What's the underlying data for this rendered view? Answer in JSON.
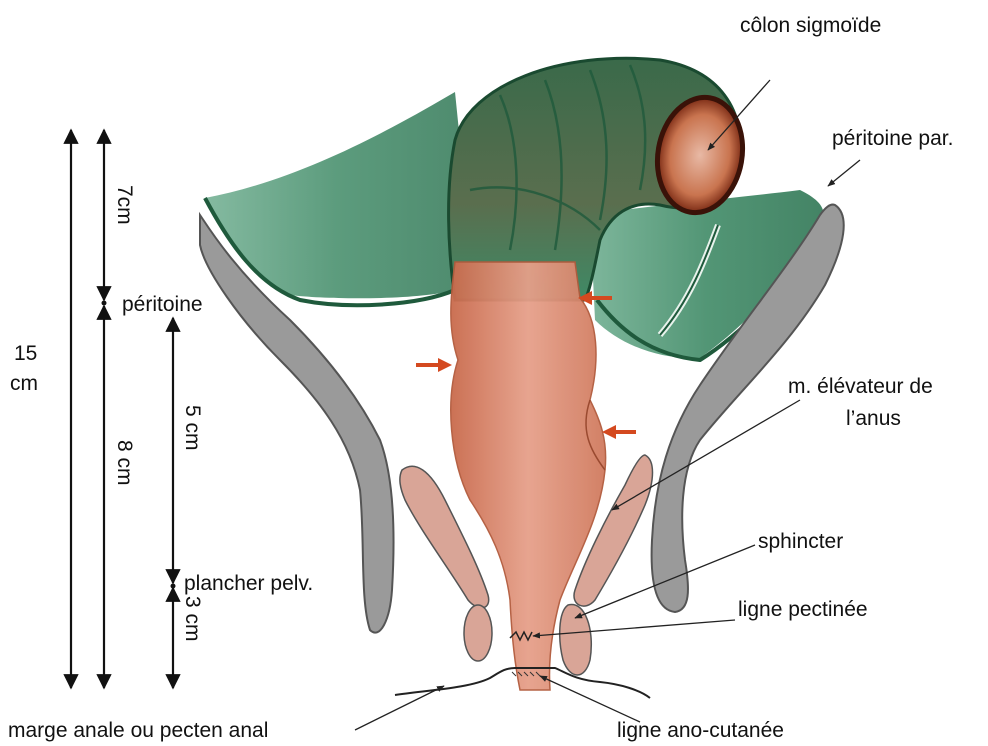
{
  "labels": {
    "colon_sigmoide": "côlon sigmoïde",
    "peritoine_par": "péritoine par.",
    "peritoine": "péritoine",
    "elevateur_line1": "m. élévateur de",
    "elevateur_line2": "l’anus",
    "sphincter": "sphincter",
    "ligne_pectinee": "ligne pectinée",
    "plancher_pelv": "plancher pelv.",
    "marge_anale": "marge anale ou pecten anal",
    "ligne_ano_cutanee": "ligne ano-cutanée"
  },
  "dimensions": {
    "total_value": "15",
    "total_unit": "cm",
    "upper": "7cm",
    "lower": "8 cm",
    "mid": "5 cm",
    "bottom": "3 cm"
  },
  "colors": {
    "peritoneum_green": "#3f8a66",
    "peritoneum_dark": "#1f5a3c",
    "rectum_orange": "#d9826a",
    "muscle_pink": "#d9a597",
    "bone_gray": "#9a9a9a",
    "arrow_red": "#d4491f"
  }
}
